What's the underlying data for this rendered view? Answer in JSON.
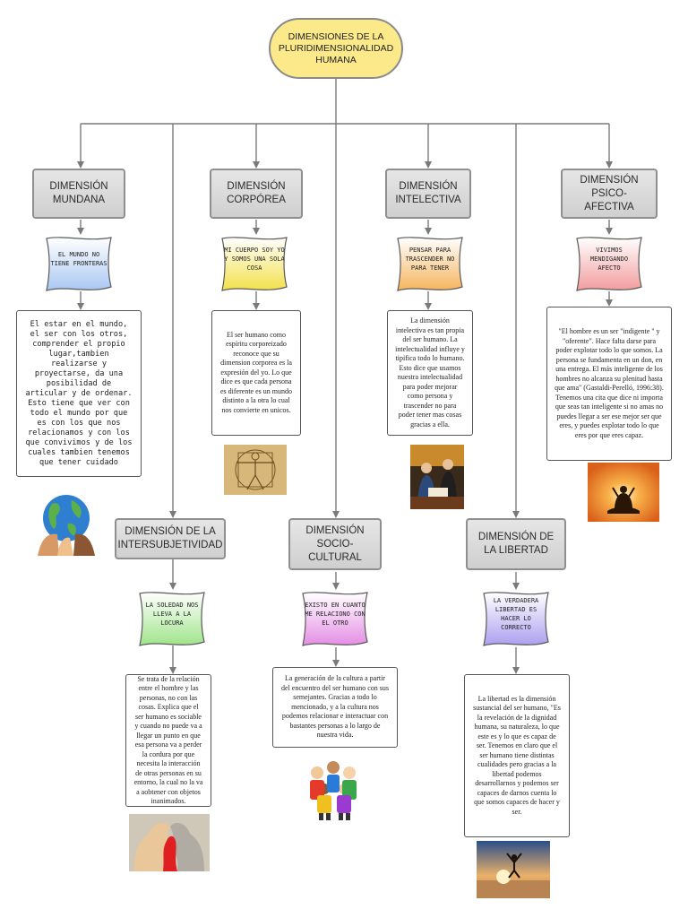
{
  "root": {
    "title": "DIMENSIONES DE LA PLURIDIMENSIONALIDAD HUMANA"
  },
  "dimensions": [
    {
      "label": "DIMENSIÓN MUNDANA",
      "tag": "EL MUNDO NO TIENE FRONTERAS",
      "tag_color": "#a9c7f2",
      "note": "El estar en el mundo, el ser con los otros, comprender el propio lugar,tambien realizarse y proyectarse, da una posibilidad de articular y de ordenar. Esto tiene que ver con todo el mundo por que es con los que nos relacionamos y con los que convivimos y de los cuales tambien tenemos que tener cuidado",
      "image": "globe-hands-image"
    },
    {
      "label": "DIMENSIÓN CORPÓREA",
      "tag": "MI CUERPO SOY YO Y SOMOS UNA SOLA COSA",
      "tag_color": "#f7ec8c",
      "note": "El ser humano como espíritu corporeizado reconoce que su dimension corporea es la expresión del yo. Lo que dice es que cada persona es diferente es un mundo distinto a la otra lo cual nos convierte en unicos.",
      "image": "vitruvian-man-image"
    },
    {
      "label": "DIMENSIÓN INTELECTIVA",
      "tag": "PENSAR PARA TRASCENDER NO PARA TENER",
      "tag_color": "#f8c98a",
      "note": "La dimensión intelectiva es tan propia del ser humano. La intelectualidad influye y tipifica todo lo humano. Esto dice que usamos nuestra intelectualidad para poder mejorar como persona y trascender no para poder tener mas cosas gracias a ella.",
      "image": "scholars-image"
    },
    {
      "label": "DIMENSIÓN PSICO-AFECTIVA",
      "tag": "VIVIMOS MENDIGANDO AFECTO",
      "tag_color": "#f7b5b5",
      "note": "\"El hombre es un ser \"indigente \" y \"oferente\". Hace falta darse para poder explotar todo lo que somos. La persona se fundamenta en un don, en una entrega. El más inteligente de los hombres no alcanza su plenitud hasta que ama\" (Gastaldi-Perelló, 1996:38). Tenemos una cita que dice ni importa que seas tan inteligente si no amas no puedes llegar a ser ese mejor ser que eres, y puedes explotar todo lo que eres por que eres capaz.",
      "image": "meditation-image"
    },
    {
      "label": "DIMENSIÓN DE LA INTERSUBJETIVIDAD",
      "tag": "LA SOLEDAD NOS LLEVA A LA LOCURA",
      "tag_color": "#bfeea8",
      "note": "Se trata de la relación entre el hombre y las personas, no con las cosas. Explica que el ser humano es sociable y cuando no puede va a llegar un punto en que esa persona va a perder la cordura por que necesita la interacción de otras personas en su entorno, la cual no la va a aobtener con objetos inanimados.",
      "image": "puzzle-heads-image"
    },
    {
      "label": "DIMENSIÓN SOCIO-CULTURAL",
      "tag": "EXISTO EN CUANTO ME RELACIONO CON EL OTRO",
      "tag_color": "#eeb0ee",
      "note": "La generación de la cultura a partir del encuentro del ser humano con sus semejantes. Gracias a todo lo mencionado, y a la cultura nos podemos relacionar e interactuar con bastantes personas a lo largo de nuestra vida.",
      "image": "children-group-image"
    },
    {
      "label": "DIMENSIÓN DE LA LIBERTAD",
      "tag": "LA VERDADERA LIBERTAD ES HACER LO CORRECTO",
      "tag_color": "#c8c0f4",
      "note": "La libertad es la dimensión sustancial del ser humano, \"Es la revelación de la dignidad humana, su naturaleza, lo que este es y lo que es capaz de ser. Tenemos en claro que el ser humano tiene distintas cualidades pero gracias a la libertad podemos desarrollarnos y podemos ser capaces de darnos cuenta lo que somos capaces de hacer y ser.",
      "image": "beach-jump-image"
    }
  ]
}
